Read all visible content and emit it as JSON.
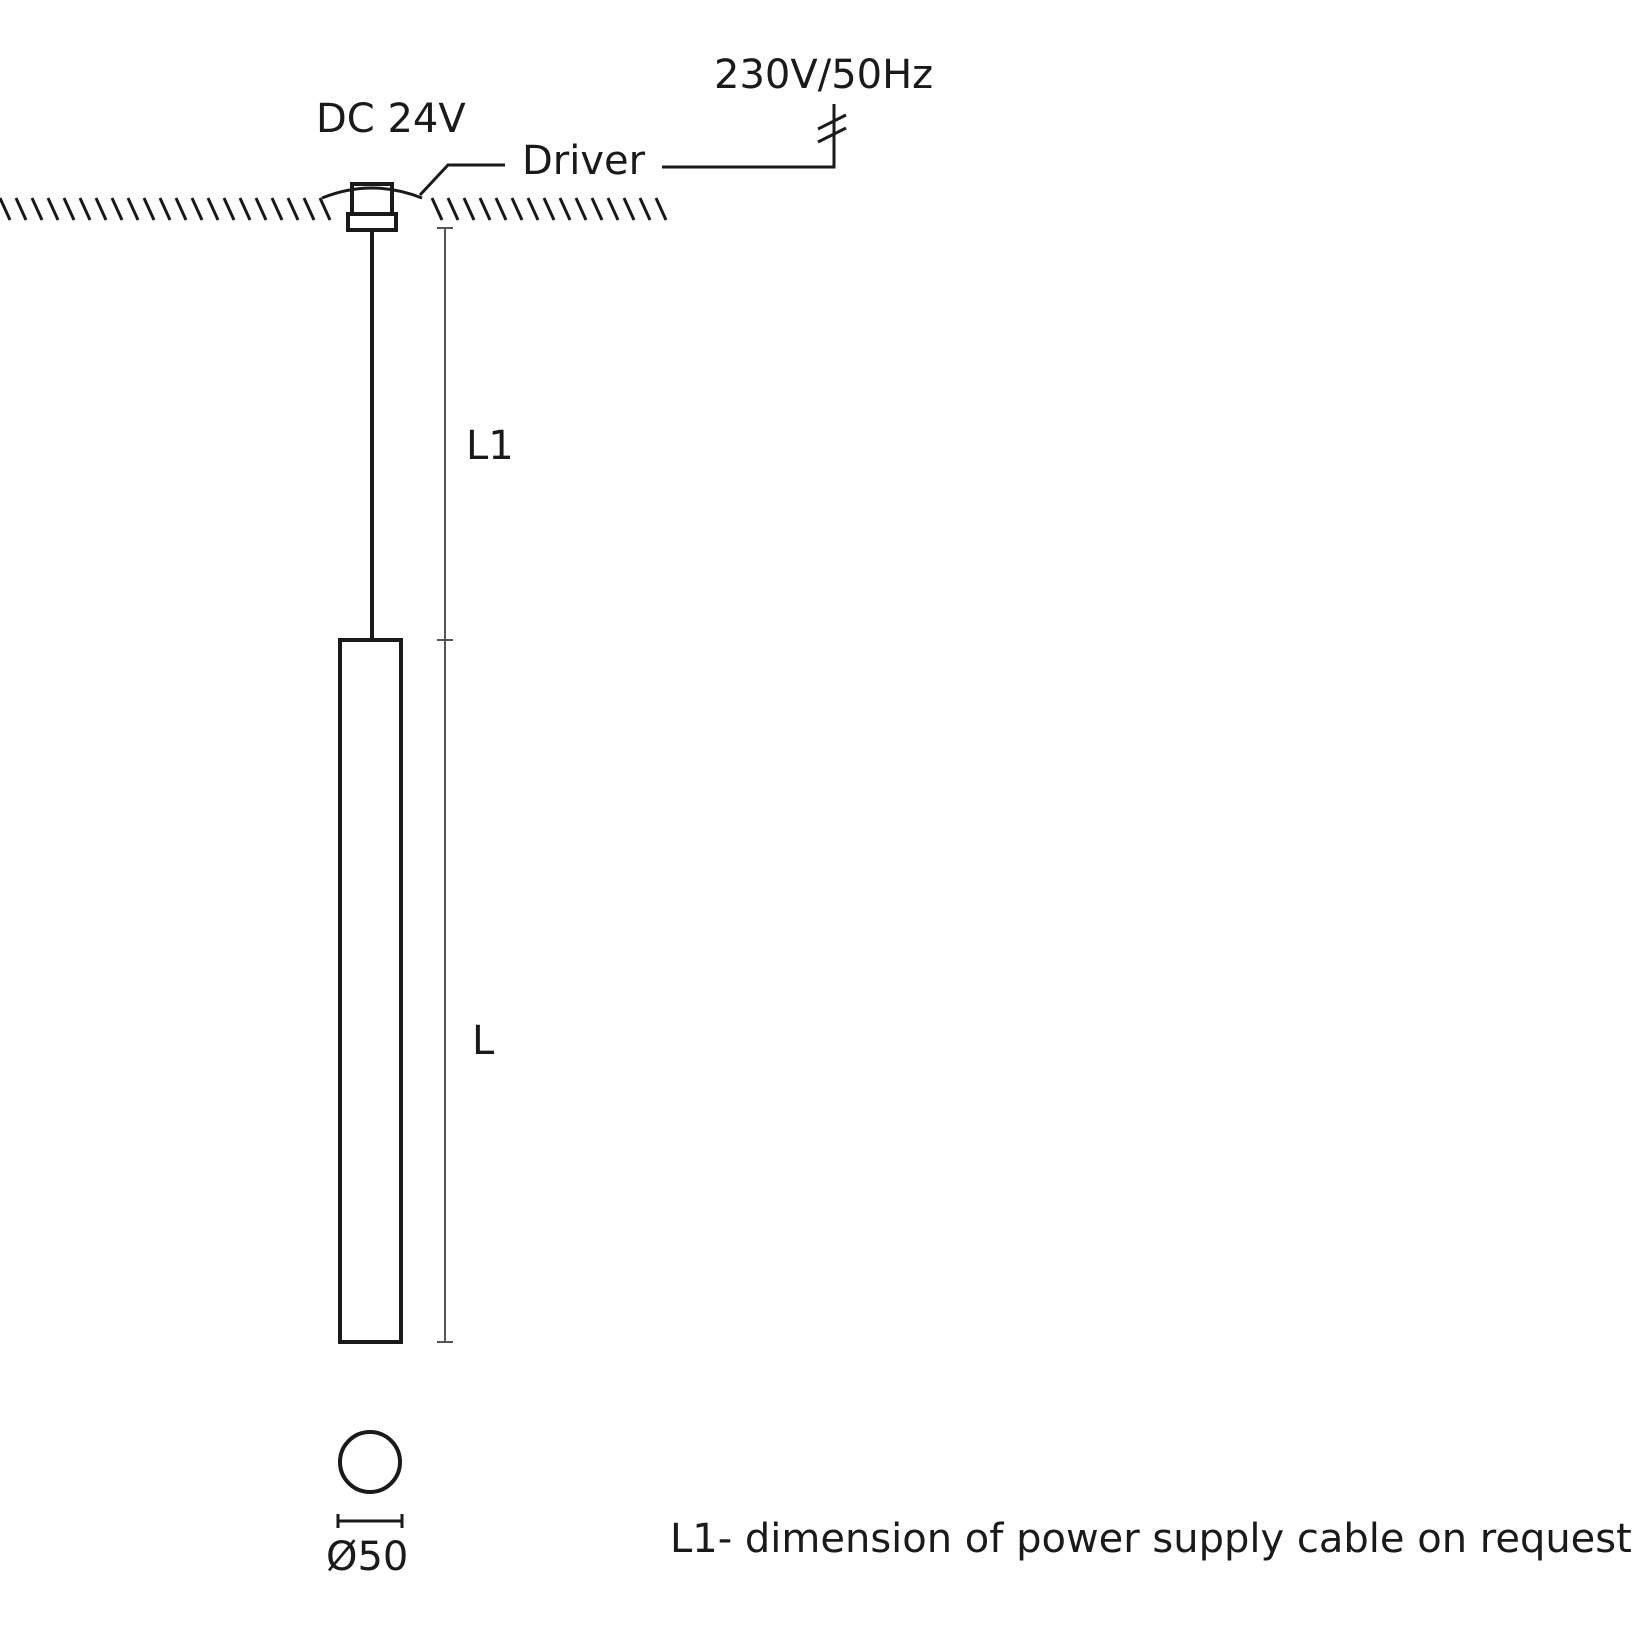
{
  "labels": {
    "supply": "230V/50Hz",
    "output": "DC 24V",
    "driver": "Driver",
    "cable_length": "L1",
    "body_length": "L",
    "diameter": "Ø50",
    "note": "L1- dimension of power supply cable on request"
  },
  "colors": {
    "line": "#1a1a1a",
    "dimension": "#555555",
    "background": "#ffffff"
  }
}
